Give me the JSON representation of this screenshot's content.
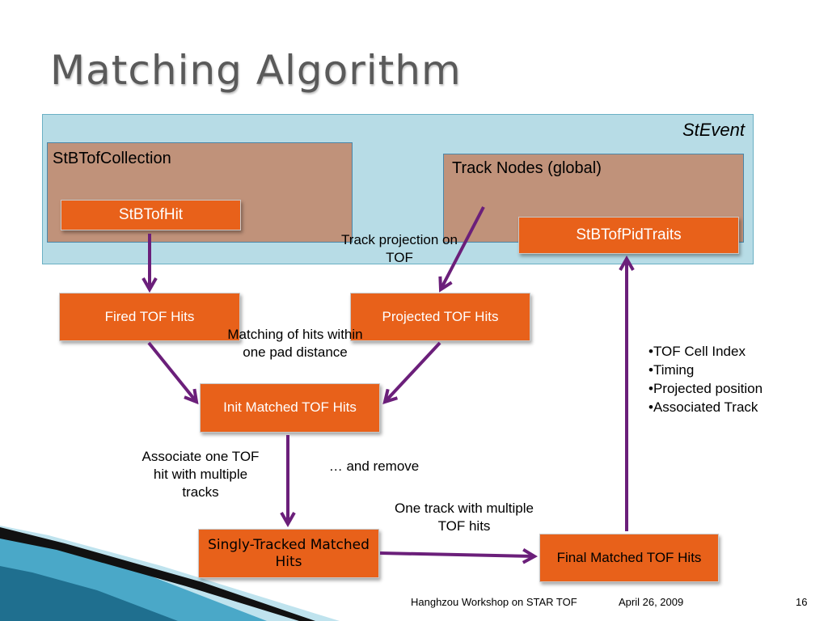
{
  "slide": {
    "title": "Matching Algorithm",
    "footer": {
      "event": "Hanghzou Workshop on STAR TOF",
      "date": "April 26, 2009",
      "page": "16"
    }
  },
  "diagram": {
    "container": {
      "label": "StEvent"
    },
    "collection": {
      "label": "StBTofCollection",
      "hit": "StBTofHit"
    },
    "track_nodes": {
      "label": "Track Nodes (global)",
      "pid": "StBTofPidTraits"
    },
    "nodes": {
      "fired": "Fired TOF Hits",
      "projected": "Projected TOF Hits",
      "init_matched": "Init Matched TOF Hits",
      "singly_tracked": "Singly-Tracked Matched Hits",
      "final_matched": "Final Matched TOF Hits"
    },
    "labels": {
      "track_projection": "Track projection on TOF",
      "matching": "Matching of hits within one pad distance",
      "associate": "Associate one TOF hit with multiple tracks",
      "remove": "… and remove",
      "one_track": "One track with multiple TOF hits"
    },
    "bullets": [
      "•TOF Cell Index",
      "•Timing",
      "•Projected position",
      "•Associated Track"
    ],
    "colors": {
      "orange": "#e8611a",
      "brown": "#c0927a",
      "container": "#b7dce6",
      "arrow": "#6b1f7a"
    }
  }
}
